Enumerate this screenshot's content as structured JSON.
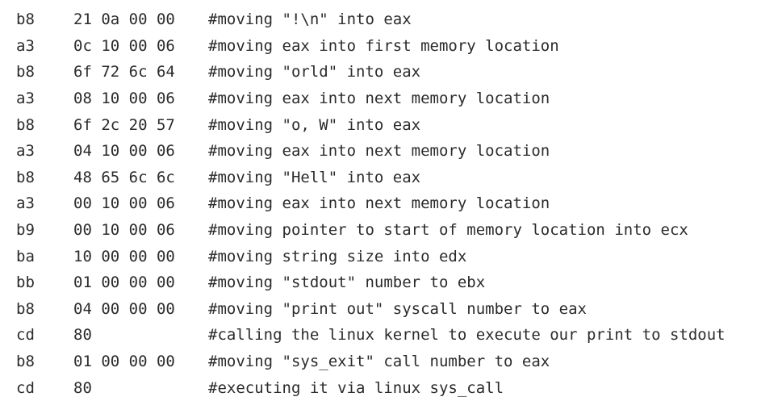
{
  "lines": [
    {
      "opcode": "b8",
      "operand": "21 0a 00 00",
      "comment": "#moving \"!\\n\" into eax"
    },
    {
      "opcode": "a3",
      "operand": "0c 10 00 06",
      "comment": "#moving eax into first memory location"
    },
    {
      "opcode": "b8",
      "operand": "6f 72 6c 64",
      "comment": "#moving \"orld\" into eax"
    },
    {
      "opcode": "a3",
      "operand": "08 10 00 06",
      "comment": "#moving eax into next memory location"
    },
    {
      "opcode": "b8",
      "operand": "6f 2c 20 57",
      "comment": "#moving \"o, W\" into eax"
    },
    {
      "opcode": "a3",
      "operand": "04 10 00 06",
      "comment": "#moving eax into next memory location"
    },
    {
      "opcode": "b8",
      "operand": "48 65 6c 6c",
      "comment": "#moving \"Hell\" into eax"
    },
    {
      "opcode": "a3",
      "operand": "00 10 00 06",
      "comment": "#moving eax into next memory location"
    },
    {
      "opcode": "b9",
      "operand": "00 10 00 06",
      "comment": "#moving pointer to start of memory location into ecx"
    },
    {
      "opcode": "ba",
      "operand": "10 00 00 00",
      "comment": "#moving string size into edx"
    },
    {
      "opcode": "bb",
      "operand": "01 00 00 00",
      "comment": "#moving \"stdout\" number to ebx"
    },
    {
      "opcode": "b8",
      "operand": "04 00 00 00",
      "comment": "#moving \"print out\" syscall number to eax"
    },
    {
      "opcode": "cd",
      "operand": "80",
      "comment": "#calling the linux kernel to execute our print to stdout"
    },
    {
      "opcode": "b8",
      "operand": "01 00 00 00",
      "comment": "#moving \"sys_exit\" call number to eax"
    },
    {
      "opcode": "cd",
      "operand": "80",
      "comment": "#executing it via linux sys_call"
    }
  ]
}
